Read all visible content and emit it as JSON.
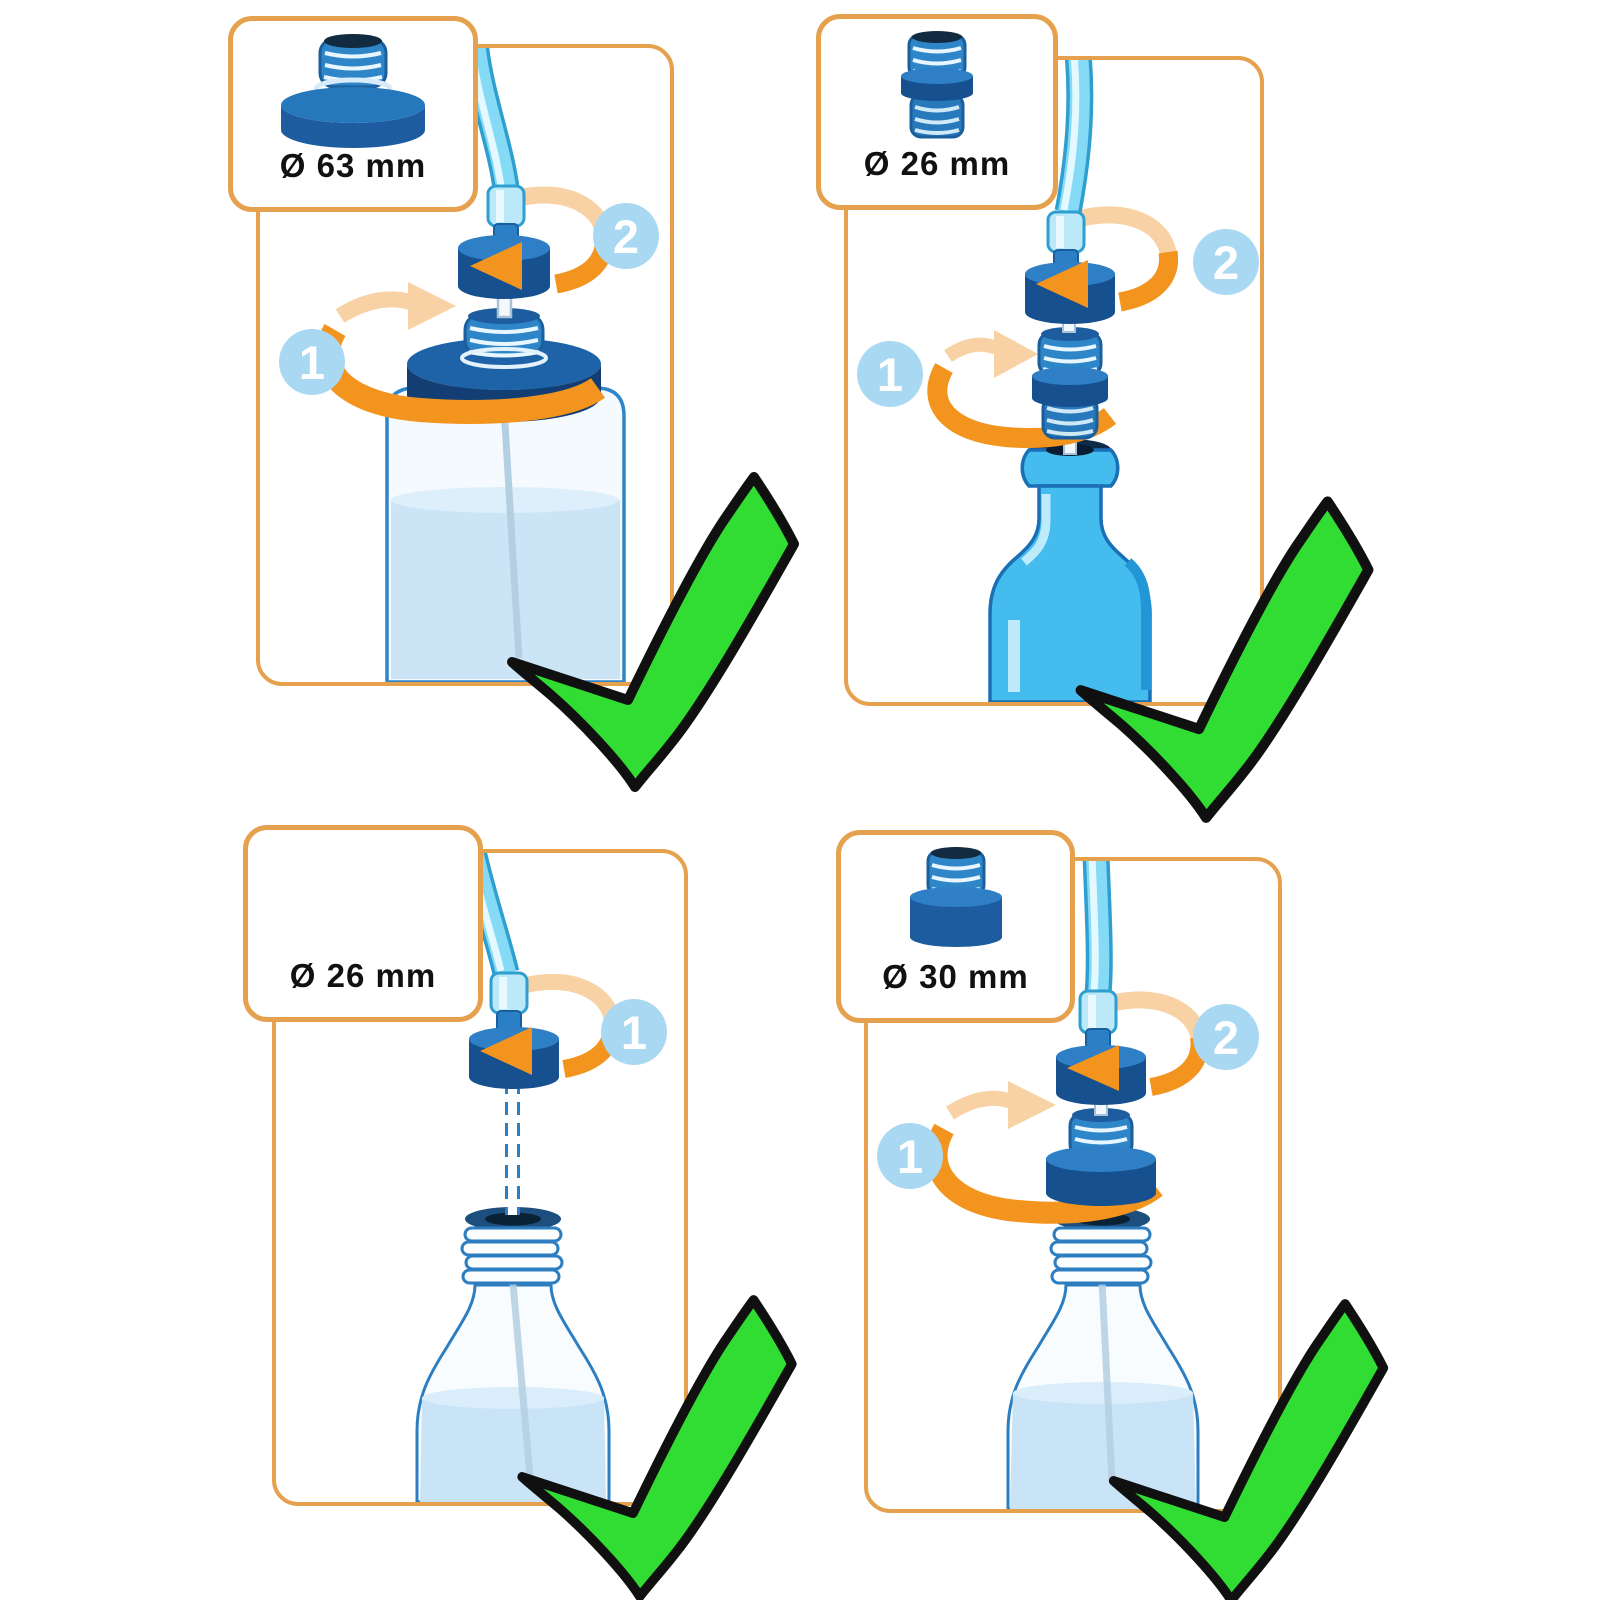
{
  "figure": {
    "type": "instructional-diagram",
    "subject": "screw-on bottle adapter installation, four compatible bottle types",
    "result_symbol": "checkmark"
  },
  "panels": [
    {
      "position": "top-left",
      "adapter_label": "Ø 63 mm",
      "step_labels": [
        "1",
        "2"
      ],
      "bottle": "wide glass jar with water and straw",
      "result": "check"
    },
    {
      "position": "top-right",
      "adapter_label": "Ø 26 mm",
      "step_labels": [
        "1",
        "2"
      ],
      "bottle": "blue apothecary bottle",
      "result": "check"
    },
    {
      "position": "bottom-left",
      "adapter_label": "Ø 26 mm",
      "step_labels": [
        "1"
      ],
      "bottle": "clear threaded-neck bottle with water",
      "result": "check"
    },
    {
      "position": "bottom-right",
      "adapter_label": "Ø 30 mm",
      "step_labels": [
        "1",
        "2"
      ],
      "bottle": "clear threaded-neck bottle with water",
      "result": "check"
    }
  ],
  "colors": {
    "panel_border": "#E5A14D",
    "arrow_orange": "#F2941D",
    "arrow_peach": "#F8D2A4",
    "badge_blue": "#A9D8F2",
    "navy": "#17508F",
    "mid_blue": "#2E86C9",
    "bottle_blue": "#45BCEE",
    "glass_outline": "#2D7EC0",
    "water": "#CBE5F7",
    "check_green": "#31DD33"
  }
}
